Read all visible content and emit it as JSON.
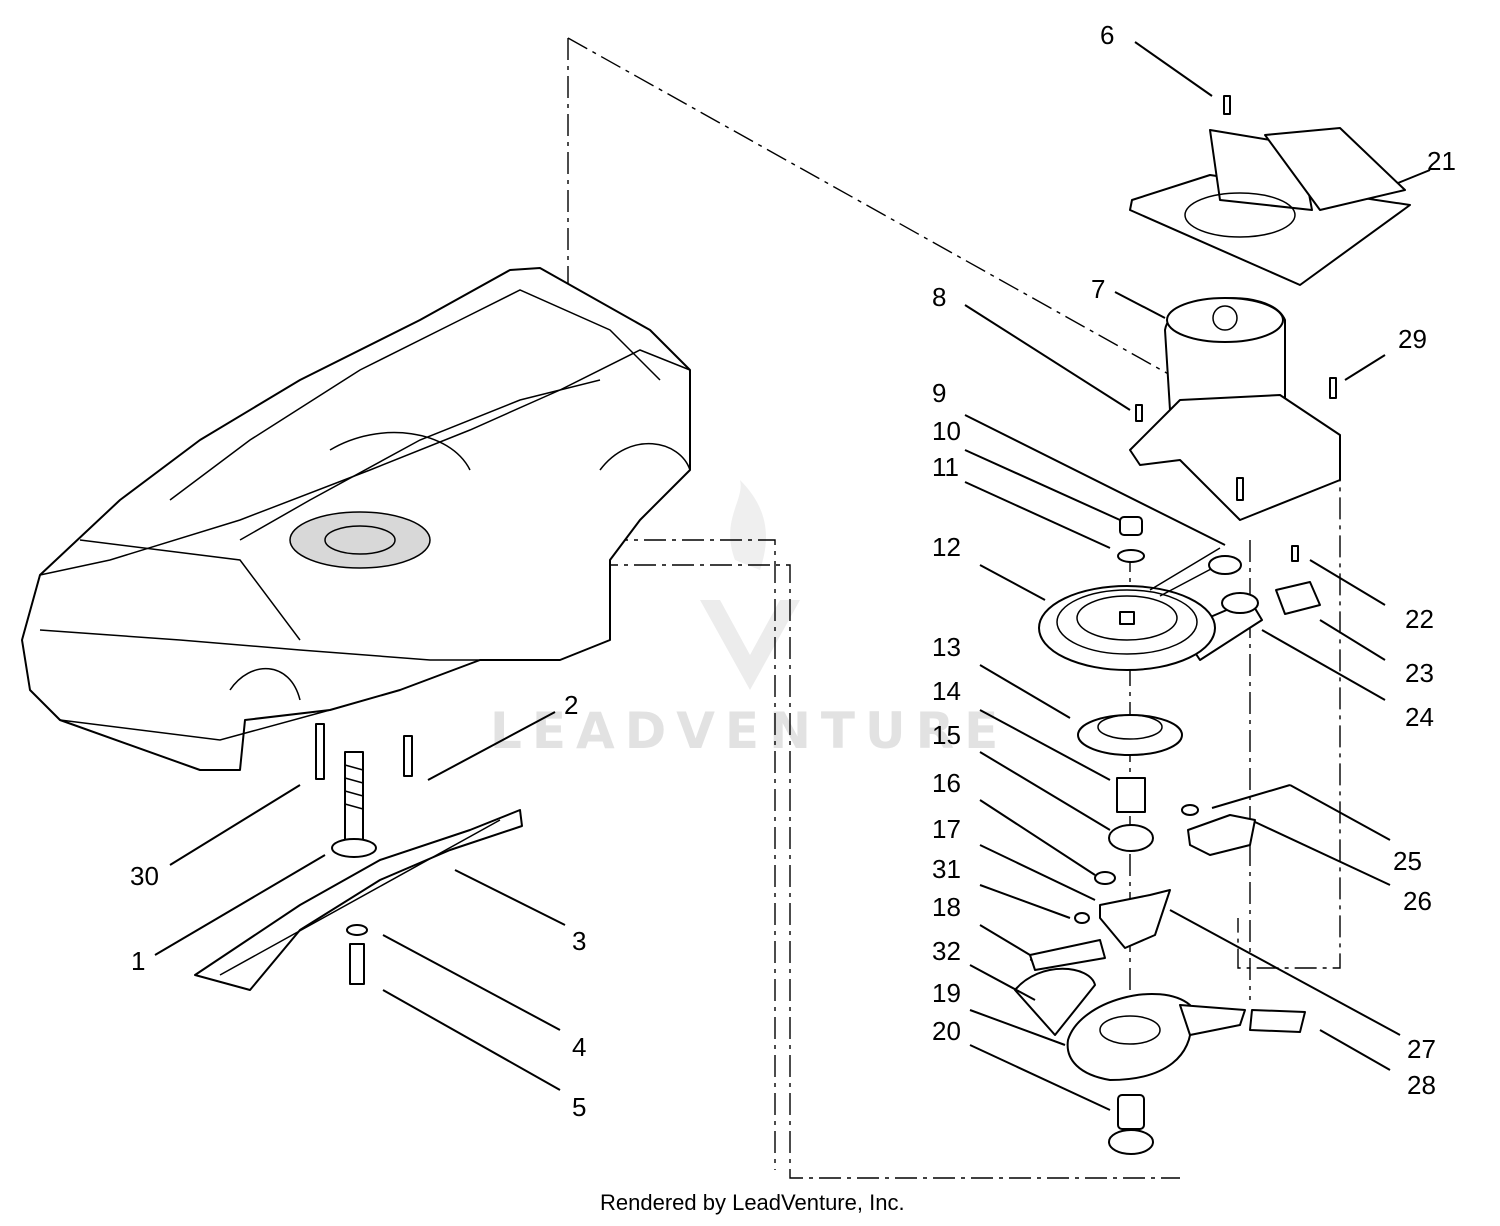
{
  "footer": {
    "text": "Rendered by LeadVenture, Inc."
  },
  "watermark": {
    "text": "LEADVENTURE"
  },
  "callouts": [
    {
      "id": "1",
      "label": "1"
    },
    {
      "id": "2",
      "label": "2"
    },
    {
      "id": "3",
      "label": "3"
    },
    {
      "id": "4",
      "label": "4"
    },
    {
      "id": "5",
      "label": "5"
    },
    {
      "id": "6",
      "label": "6"
    },
    {
      "id": "7",
      "label": "7"
    },
    {
      "id": "8",
      "label": "8"
    },
    {
      "id": "9",
      "label": "9"
    },
    {
      "id": "10",
      "label": "10"
    },
    {
      "id": "11",
      "label": "11"
    },
    {
      "id": "12",
      "label": "12"
    },
    {
      "id": "13",
      "label": "13"
    },
    {
      "id": "14",
      "label": "14"
    },
    {
      "id": "15",
      "label": "15"
    },
    {
      "id": "16",
      "label": "16"
    },
    {
      "id": "17",
      "label": "17"
    },
    {
      "id": "18",
      "label": "18"
    },
    {
      "id": "19",
      "label": "19"
    },
    {
      "id": "20",
      "label": "20"
    },
    {
      "id": "21",
      "label": "21"
    },
    {
      "id": "22",
      "label": "22"
    },
    {
      "id": "23",
      "label": "23"
    },
    {
      "id": "24",
      "label": "24"
    },
    {
      "id": "25",
      "label": "25"
    },
    {
      "id": "26",
      "label": "26"
    },
    {
      "id": "27",
      "label": "27"
    },
    {
      "id": "28",
      "label": "28"
    },
    {
      "id": "29",
      "label": "29"
    },
    {
      "id": "30",
      "label": "30"
    },
    {
      "id": "31",
      "label": "31"
    },
    {
      "id": "32",
      "label": "32"
    }
  ]
}
